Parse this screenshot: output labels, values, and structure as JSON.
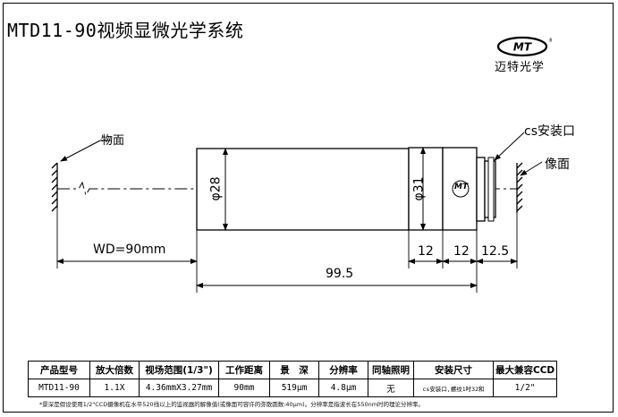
{
  "title": "MTD11-90视频显微光学系统",
  "brand": {
    "logo_text": "MT",
    "registered": "®",
    "name": "迈特光学"
  },
  "labels": {
    "object_plane": "物面",
    "image_plane": "像面",
    "cs_mount": "cs安装口",
    "working_distance": "WD=90mm",
    "body_diameter": "φ28",
    "head_diameter": "φ31",
    "seg1": "12",
    "seg2": "12",
    "seg3": "12.5",
    "total_length": "99.5",
    "lens_logo": "MT"
  },
  "spec_table": {
    "headers": [
      "产品型号",
      "放大倍数",
      "视场范围(1/3\")",
      "工作距离",
      "景　深",
      "分辨率",
      "同轴照明",
      "安装尺寸",
      "最大兼容CCD"
    ],
    "values": [
      "MTD11-90",
      "1.1X",
      "4.36mmX3.27mm",
      "90mm",
      "519μm",
      "4.8μm",
      "无",
      "cs安装口,螺纹1吋32和",
      "1/2\""
    ]
  },
  "footnote": "*景深是假设使用1/2\"CCD摄像机在水平520线以上的监视器的解像值(或像面可容许的弥散圆数:40μm)。分辨率是指波长在550nm时的理论分辨率。"
}
